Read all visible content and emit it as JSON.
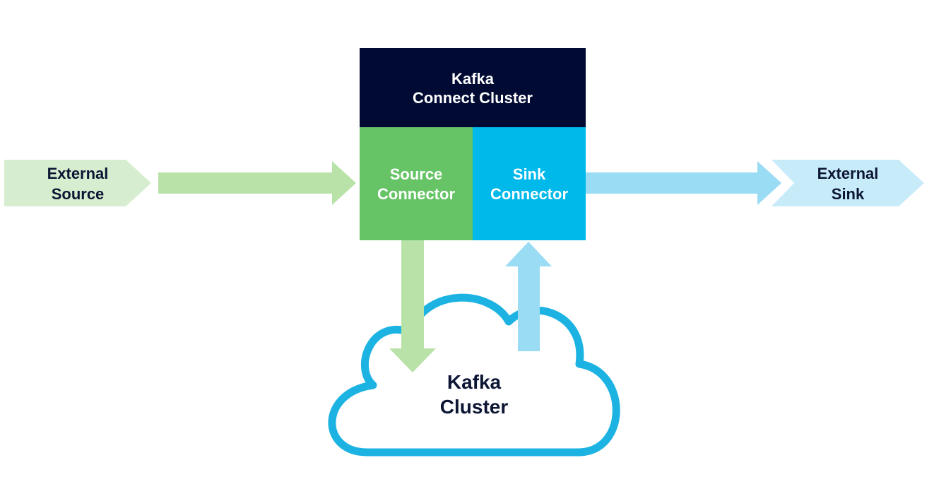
{
  "connect_cluster": {
    "title_line1": "Kafka",
    "title_line2": "Connect Cluster",
    "source_connector": {
      "line1": "Source",
      "line2": "Connector"
    },
    "sink_connector": {
      "line1": "Sink",
      "line2": "Connector"
    }
  },
  "external_source": {
    "line1": "External",
    "line2": "Source"
  },
  "external_sink": {
    "line1": "External",
    "line2": "Sink"
  },
  "kafka_cluster": {
    "line1": "Kafka",
    "line2": "Cluster"
  },
  "colors": {
    "navy": "#000a33",
    "source_green": "#66c466",
    "source_green_light": "#b8e2a8",
    "source_green_pale": "#d6eecf",
    "sink_blue": "#00b9eb",
    "sink_blue_light": "#99dcf3",
    "sink_blue_pale": "#c7ebf9",
    "cloud_stroke": "#1cb3e3",
    "label_dark": "#0c1533",
    "label_white": "#ffffff"
  }
}
